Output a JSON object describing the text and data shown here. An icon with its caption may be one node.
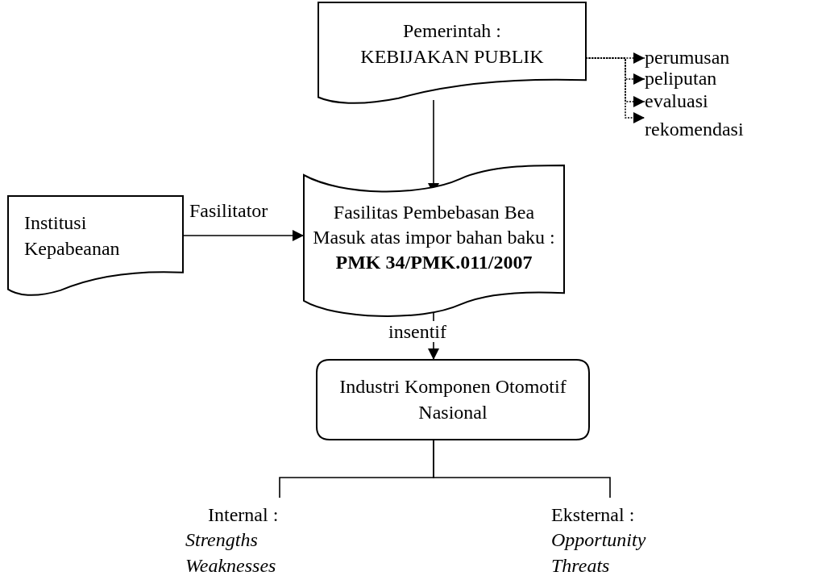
{
  "diagram": {
    "nodes": [
      {
        "text": [
          "Pemerintah :",
          "KEBIJAKAN PUBLIK"
        ]
      },
      {
        "text": [
          "perumusan"
        ]
      },
      {
        "text": [
          "peliputan"
        ]
      },
      {
        "text": [
          "evaluasi"
        ]
      },
      {
        "text": [
          "rekomendasi"
        ]
      },
      {
        "text": [
          "Institusi Kepabeanan"
        ]
      },
      {
        "text": [
          "Fasilitas Pembebasan Bea Masuk atas impor bahan baku :",
          "PMK 34/PMK.011/2007"
        ]
      },
      {
        "text": [
          "Industri Komponen Otomotif Nasional"
        ]
      },
      {
        "text": [
          "Internal :",
          "Strengths",
          "Weaknesses"
        ]
      },
      {
        "text": [
          "Eksternal :",
          "Opportunity",
          "Threats"
        ]
      }
    ],
    "edges": [
      {
        "from": 0,
        "to": 1,
        "arrow": "to",
        "style": "dashed"
      },
      {
        "from": 0,
        "to": 2,
        "arrow": "to",
        "style": "dashed"
      },
      {
        "from": 0,
        "to": 3,
        "arrow": "to",
        "style": "dashed"
      },
      {
        "from": 0,
        "to": 4,
        "arrow": "to",
        "style": "dashed"
      },
      {
        "from": 0,
        "to": 6,
        "arrow": "to"
      },
      {
        "from": 5,
        "to": 6,
        "arrow": "to",
        "label": "Fasilitator"
      },
      {
        "from": 6,
        "to": 7,
        "arrow": "to",
        "label": "insentif"
      },
      {
        "from": 7,
        "to": 8,
        "arrow": "none"
      },
      {
        "from": 7,
        "to": 9,
        "arrow": "none"
      }
    ]
  }
}
